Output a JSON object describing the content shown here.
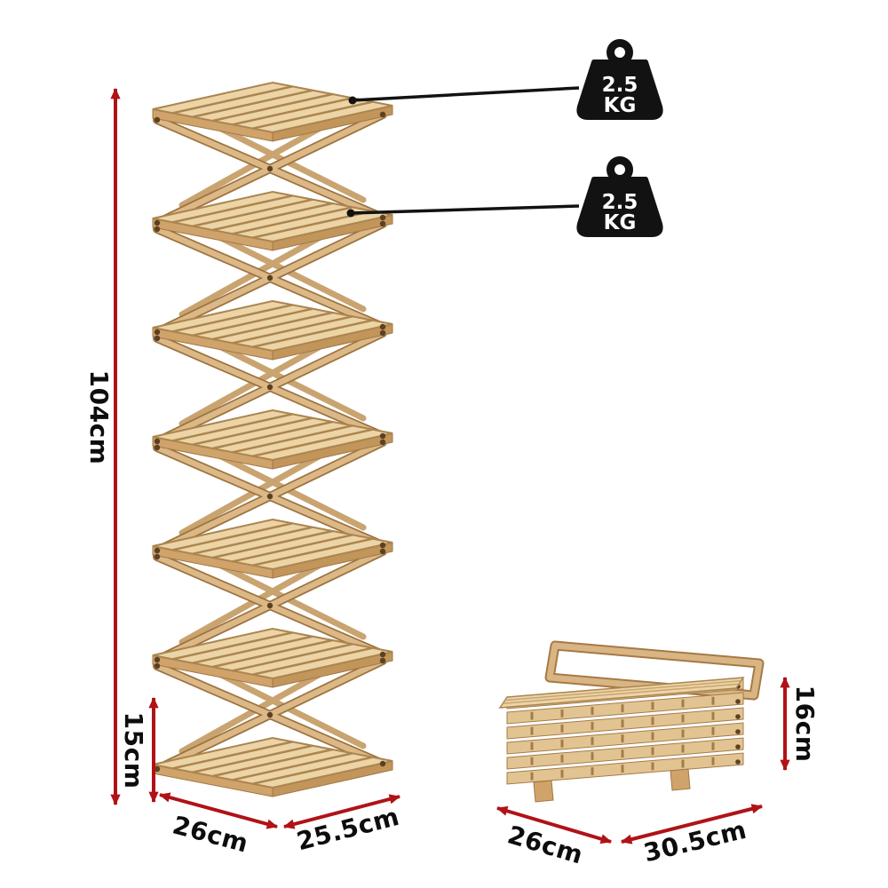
{
  "page": {
    "background": "#ffffff",
    "type": "product-dimension-diagram"
  },
  "colors": {
    "accent_red": "#b01217",
    "label_text": "#0d0d0d",
    "wood_light": "#ecd4a6",
    "wood_mid": "#ddb887",
    "wood_dark": "#c2955a",
    "wood_outline": "#a57c49",
    "weight_black": "#121212",
    "weight_text": "#ffffff"
  },
  "icons": {
    "weight": "weight-icon"
  },
  "main_rack": {
    "height_label": "104cm",
    "tier_height_label": "15cm",
    "width_label": "26cm",
    "depth_label": "25.5cm",
    "shelf_count": 7
  },
  "folded_rack": {
    "width_label": "26cm",
    "depth_label": "30.5cm",
    "height_label": "16cm"
  },
  "weight_capacity": [
    {
      "value": "2.5",
      "unit": "KG"
    },
    {
      "value": "2.5",
      "unit": "KG"
    }
  ]
}
